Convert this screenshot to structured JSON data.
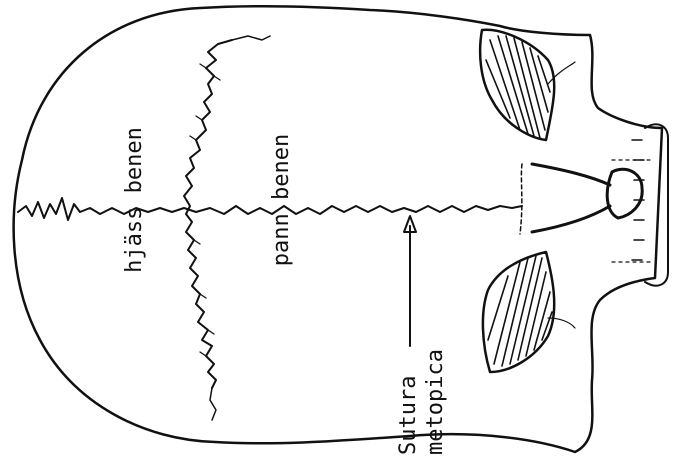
{
  "labels": {
    "parietal": "hjäss benen",
    "frontal": "pann benen",
    "suture_line1": "Sutura",
    "suture_line2": "metopica"
  },
  "colors": {
    "ink": "#111111",
    "background": "#ffffff"
  }
}
